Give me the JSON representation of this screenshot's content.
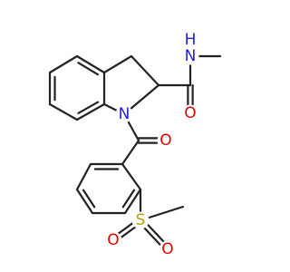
{
  "colors": {
    "bond": "#222222",
    "nitrogen": "#1f1fe0",
    "oxygen": "#e00000",
    "sulfur": "#b8a000",
    "background": "#ffffff"
  },
  "atoms": {
    "amide_n": {
      "symbol": "N",
      "hydrogen": "H",
      "element": "nitrogen"
    },
    "amide_o": {
      "symbol": "O",
      "element": "oxygen"
    },
    "ring_n": {
      "symbol": "N",
      "element": "nitrogen"
    },
    "ketone_o": {
      "symbol": "O",
      "element": "oxygen"
    },
    "sulfur": {
      "symbol": "S",
      "element": "sulfur"
    },
    "sulfonyl_o1": {
      "symbol": "O",
      "element": "oxygen"
    },
    "sulfonyl_o2": {
      "symbol": "O",
      "element": "oxygen"
    }
  }
}
